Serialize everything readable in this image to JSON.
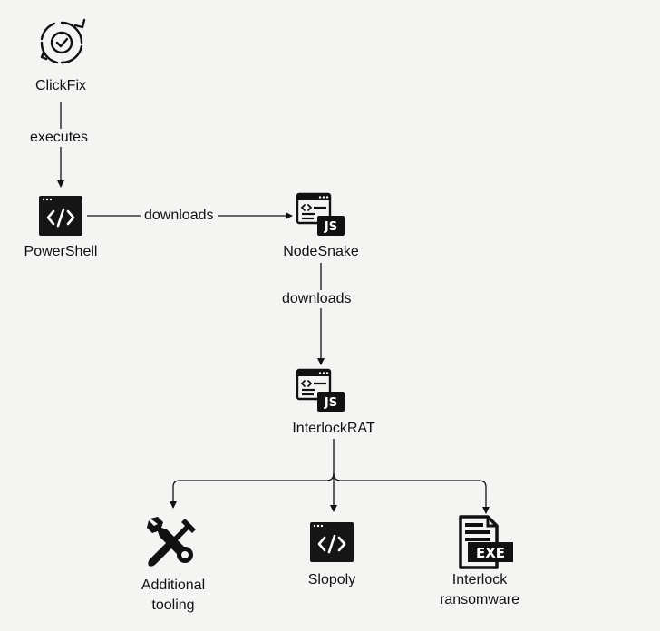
{
  "nodes": {
    "clickfix": {
      "label": "ClickFix",
      "icon": "cycle-check-icon"
    },
    "powershell": {
      "label": "PowerShell",
      "icon": "terminal-code-icon"
    },
    "nodesnake": {
      "label": "NodeSnake",
      "icon": "js-window-icon"
    },
    "interlockrat": {
      "label": "InterlockRAT",
      "icon": "js-window-icon"
    },
    "tooling": {
      "label_line1": "Additional",
      "label_line2": "tooling",
      "icon": "wrench-screwdriver-icon"
    },
    "slopoly": {
      "label": "Slopoly",
      "icon": "terminal-code-icon"
    },
    "ransomware": {
      "label_line1": "Interlock",
      "label_line2": "ransomware",
      "icon": "exe-file-icon"
    }
  },
  "edges": {
    "clickfix_to_powershell": "executes",
    "powershell_to_nodesnake": "downloads",
    "nodesnake_to_interlockrat": "downloads"
  },
  "colors": {
    "background": "#f4f4f3",
    "ink": "#111111"
  }
}
